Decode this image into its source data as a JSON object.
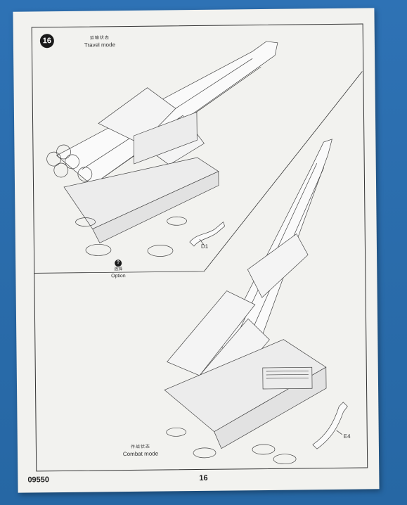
{
  "step": {
    "number": "16"
  },
  "travel_mode": {
    "label_cn": "运输状态",
    "label_en": "Travel mode",
    "part": "D1"
  },
  "option": {
    "icon_glyph": "?",
    "label_cn": "选择",
    "label_en": "Option"
  },
  "combat_mode": {
    "label_cn": "作战状态",
    "label_en": "Combat mode",
    "part": "E4"
  },
  "footer": {
    "model_number": "09550",
    "page_number": "16"
  },
  "colors": {
    "background": "#2b6fb0",
    "paper": "#f2f2ef",
    "ink": "#222222"
  }
}
